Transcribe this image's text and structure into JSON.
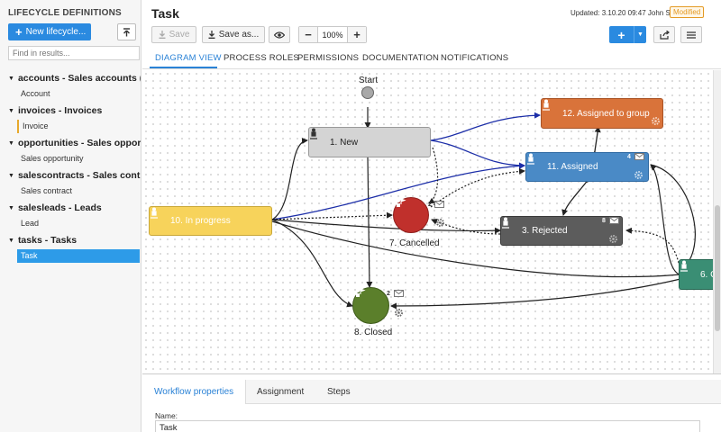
{
  "sidebar": {
    "title": "LIFECYCLE DEFINITIONS",
    "new_button": "New lifecycle...",
    "search_placeholder": "Find in results...",
    "groups": [
      {
        "label": "accounts - Sales accounts (customers)",
        "child": "Account"
      },
      {
        "label": "invoices - Invoices",
        "child": "Invoice"
      },
      {
        "label": "opportunities - Sales opportunities",
        "child": "Sales opportunity"
      },
      {
        "label": "salescontracts - Sales contracts",
        "child": "Sales contract"
      },
      {
        "label": "salesleads - Leads",
        "child": "Lead"
      },
      {
        "label": "tasks - Tasks",
        "child": "Task"
      }
    ]
  },
  "header": {
    "title": "Task",
    "updated_label": "Updated:",
    "updated_value": "3.10.20 09:47",
    "updated_by": "John Smith",
    "status_badge": "Modified"
  },
  "toolbar": {
    "save_label": "Save",
    "save_as_label": "Save as...",
    "zoom_value": "100%"
  },
  "tabs": [
    "DIAGRAM VIEW",
    "PROCESS ROLES",
    "PERMISSIONS",
    "DOCUMENTATION",
    "NOTIFICATIONS"
  ],
  "diagram": {
    "start_label": "Start",
    "states": {
      "new": "1. New",
      "assigned_group": "12. Assigned to group",
      "assigned": "11. Assigned",
      "in_progress": "10. In progress",
      "cancelled": "7. Cancelled",
      "rejected": "3. Rejected",
      "closed": "8. Closed",
      "sixth": "6. C"
    },
    "counts": {
      "assigned": "4",
      "cancelled": "2",
      "rejected": "8",
      "closed": "2"
    },
    "colors": {
      "new": "#d4d4d4",
      "assigned_group": "#d9733a",
      "assigned": "#4a8ac6",
      "in_progress": "#f7d35b",
      "cancelled": "#c0302c",
      "rejected": "#5c5c5c",
      "closed": "#5b7f2b",
      "sixth": "#3a8e74"
    }
  },
  "bottom_panel": {
    "tabs": [
      "Workflow properties",
      "Assignment",
      "Steps"
    ],
    "name_label": "Name:",
    "name_value": "Task"
  }
}
